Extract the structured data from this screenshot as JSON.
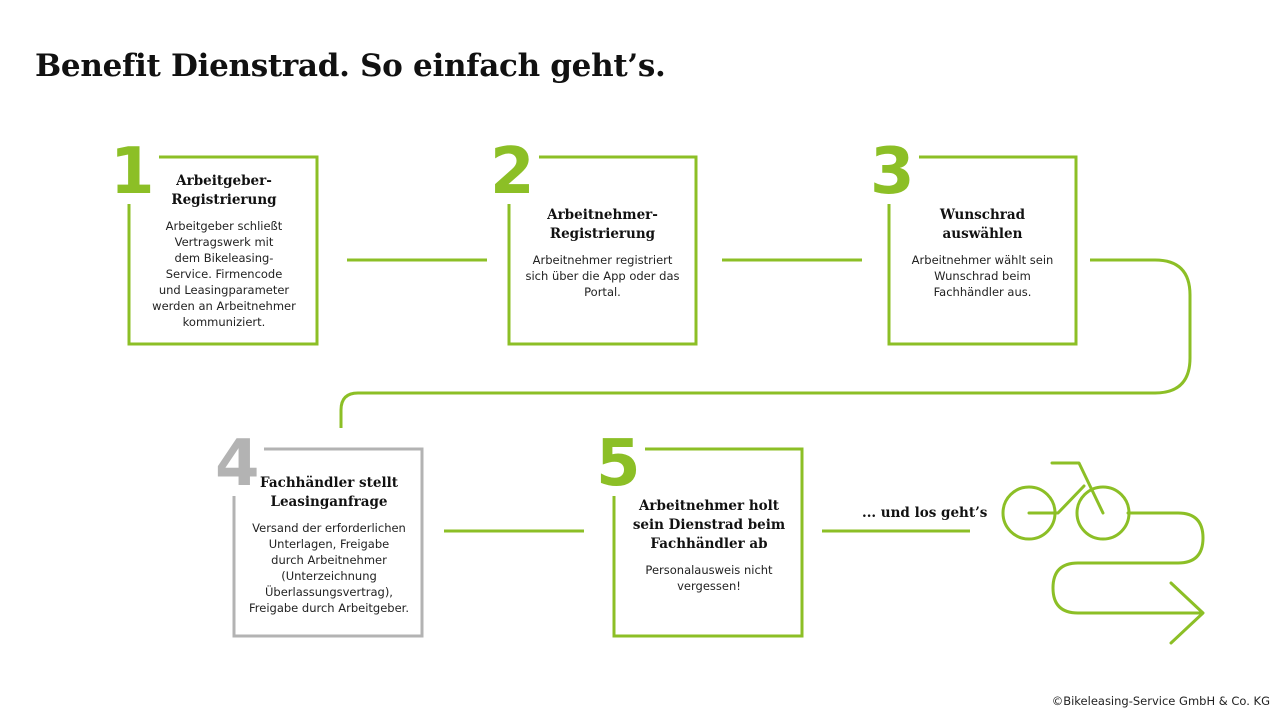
{
  "title": "Benefit Dienstrad. So einfach geht’s.",
  "colors": {
    "accent": "#8cbf26",
    "grey": "#b3b3b3",
    "text": "#111111"
  },
  "steps": [
    {
      "number": "1",
      "title": "Arbeitgeber-\nRegistrierung",
      "description": "Arbeitgeber schließt\nVertragswerk mit\ndem Bikeleasing-\nService. Firmencode\nund Leasingparameter\nwerden an Arbeitnehmer\nkommuniziert."
    },
    {
      "number": "2",
      "title": "Arbeitnehmer-\nRegistrierung",
      "description": "Arbeitnehmer registriert\nsich über die App oder das\nPortal."
    },
    {
      "number": "3",
      "title": "Wunschrad\nauswählen",
      "description": "Arbeitnehmer wählt sein\nWunschrad beim\nFachhändler aus."
    },
    {
      "number": "4",
      "title": "Fachhändler stellt\nLeasinganfrage",
      "description": "Versand der erforderlichen\nUnterlagen, Freigabe\ndurch Arbeitnehmer\n(Unterzeichnung\nÜberlassungsvertrag),\nFreigabe durch Arbeitgeber."
    },
    {
      "number": "5",
      "title": "Arbeitnehmer holt\nsein Dienstrad beim\nFachhändler ab",
      "description": "Personalausweis nicht\nvergessen!"
    }
  ],
  "final_label": "... und los geht’s",
  "copyright": "©Bikeleasing-Service GmbH & Co. KG",
  "icons": {
    "bike": "bicycle-icon",
    "arrow": "arrow-right-icon"
  }
}
